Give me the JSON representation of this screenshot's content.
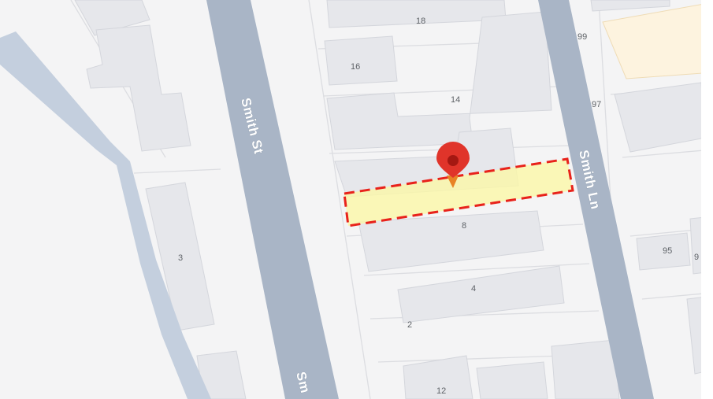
{
  "map": {
    "colors": {
      "land": "#f4f4f5",
      "building": "#e6e7eb",
      "building_edge": "#d4d6dc",
      "lot_line": "#dcdde1",
      "major_road": "#a9b5c6",
      "minor_road": "#c4cfde",
      "commercial": "#fdf3df",
      "highlight_fill": "#fbf8a8",
      "highlight_stroke": "#e8221b",
      "pin": "#e0342a",
      "pin_dark": "#a51812",
      "pin_tip": "#e88325"
    },
    "streets": [
      {
        "id": "smith-st",
        "label": "Smith St"
      },
      {
        "id": "smith-st-lower",
        "label": "Sm"
      },
      {
        "id": "smith-ln",
        "label": "Smith Ln"
      }
    ],
    "lots": [
      {
        "id": "lot-18",
        "label": "18"
      },
      {
        "id": "lot-16",
        "label": "16"
      },
      {
        "id": "lot-14",
        "label": "14"
      },
      {
        "id": "lot-8",
        "label": "8"
      },
      {
        "id": "lot-4",
        "label": "4"
      },
      {
        "id": "lot-2",
        "label": "2"
      },
      {
        "id": "lot-12",
        "label": "12"
      },
      {
        "id": "lot-3",
        "label": "3"
      },
      {
        "id": "lot-99",
        "label": "99"
      },
      {
        "id": "lot-97",
        "label": "97"
      },
      {
        "id": "lot-95",
        "label": "95"
      },
      {
        "id": "lot-9x",
        "label": "9"
      }
    ],
    "selected_parcel": {
      "marker": "map-pin-icon",
      "border_style": "dashed"
    }
  }
}
